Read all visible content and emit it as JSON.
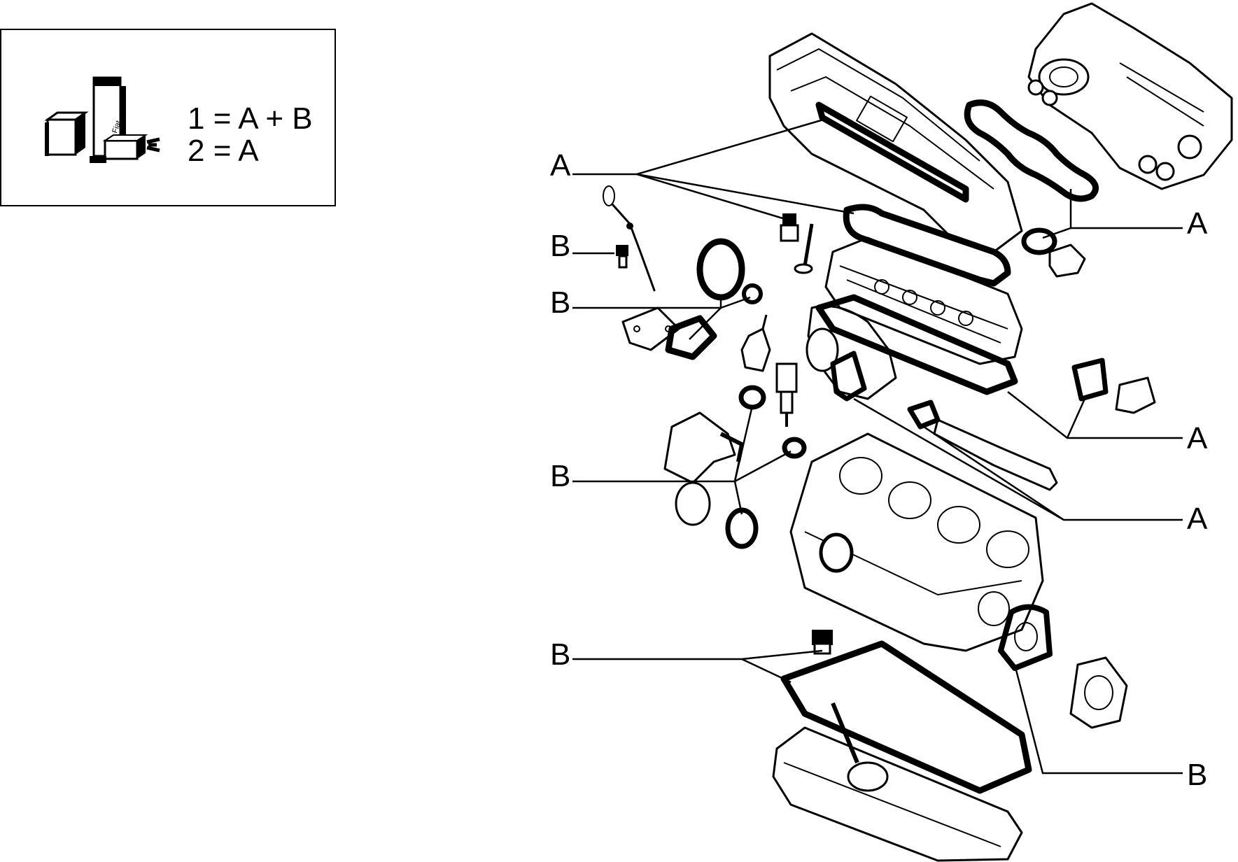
{
  "legend": {
    "line1": "1 = A + B",
    "line2": "2 = A",
    "product_label": "Fiat"
  },
  "callouts": {
    "a_top_left": "A",
    "a_right_upper": "A",
    "b_upper_left": "B",
    "b_mid_left": "B",
    "b_lower_left": "B",
    "a_right_middle": "A",
    "a_right_lower": "A",
    "b_bottom_left": "B",
    "b_bottom_right": "B"
  }
}
